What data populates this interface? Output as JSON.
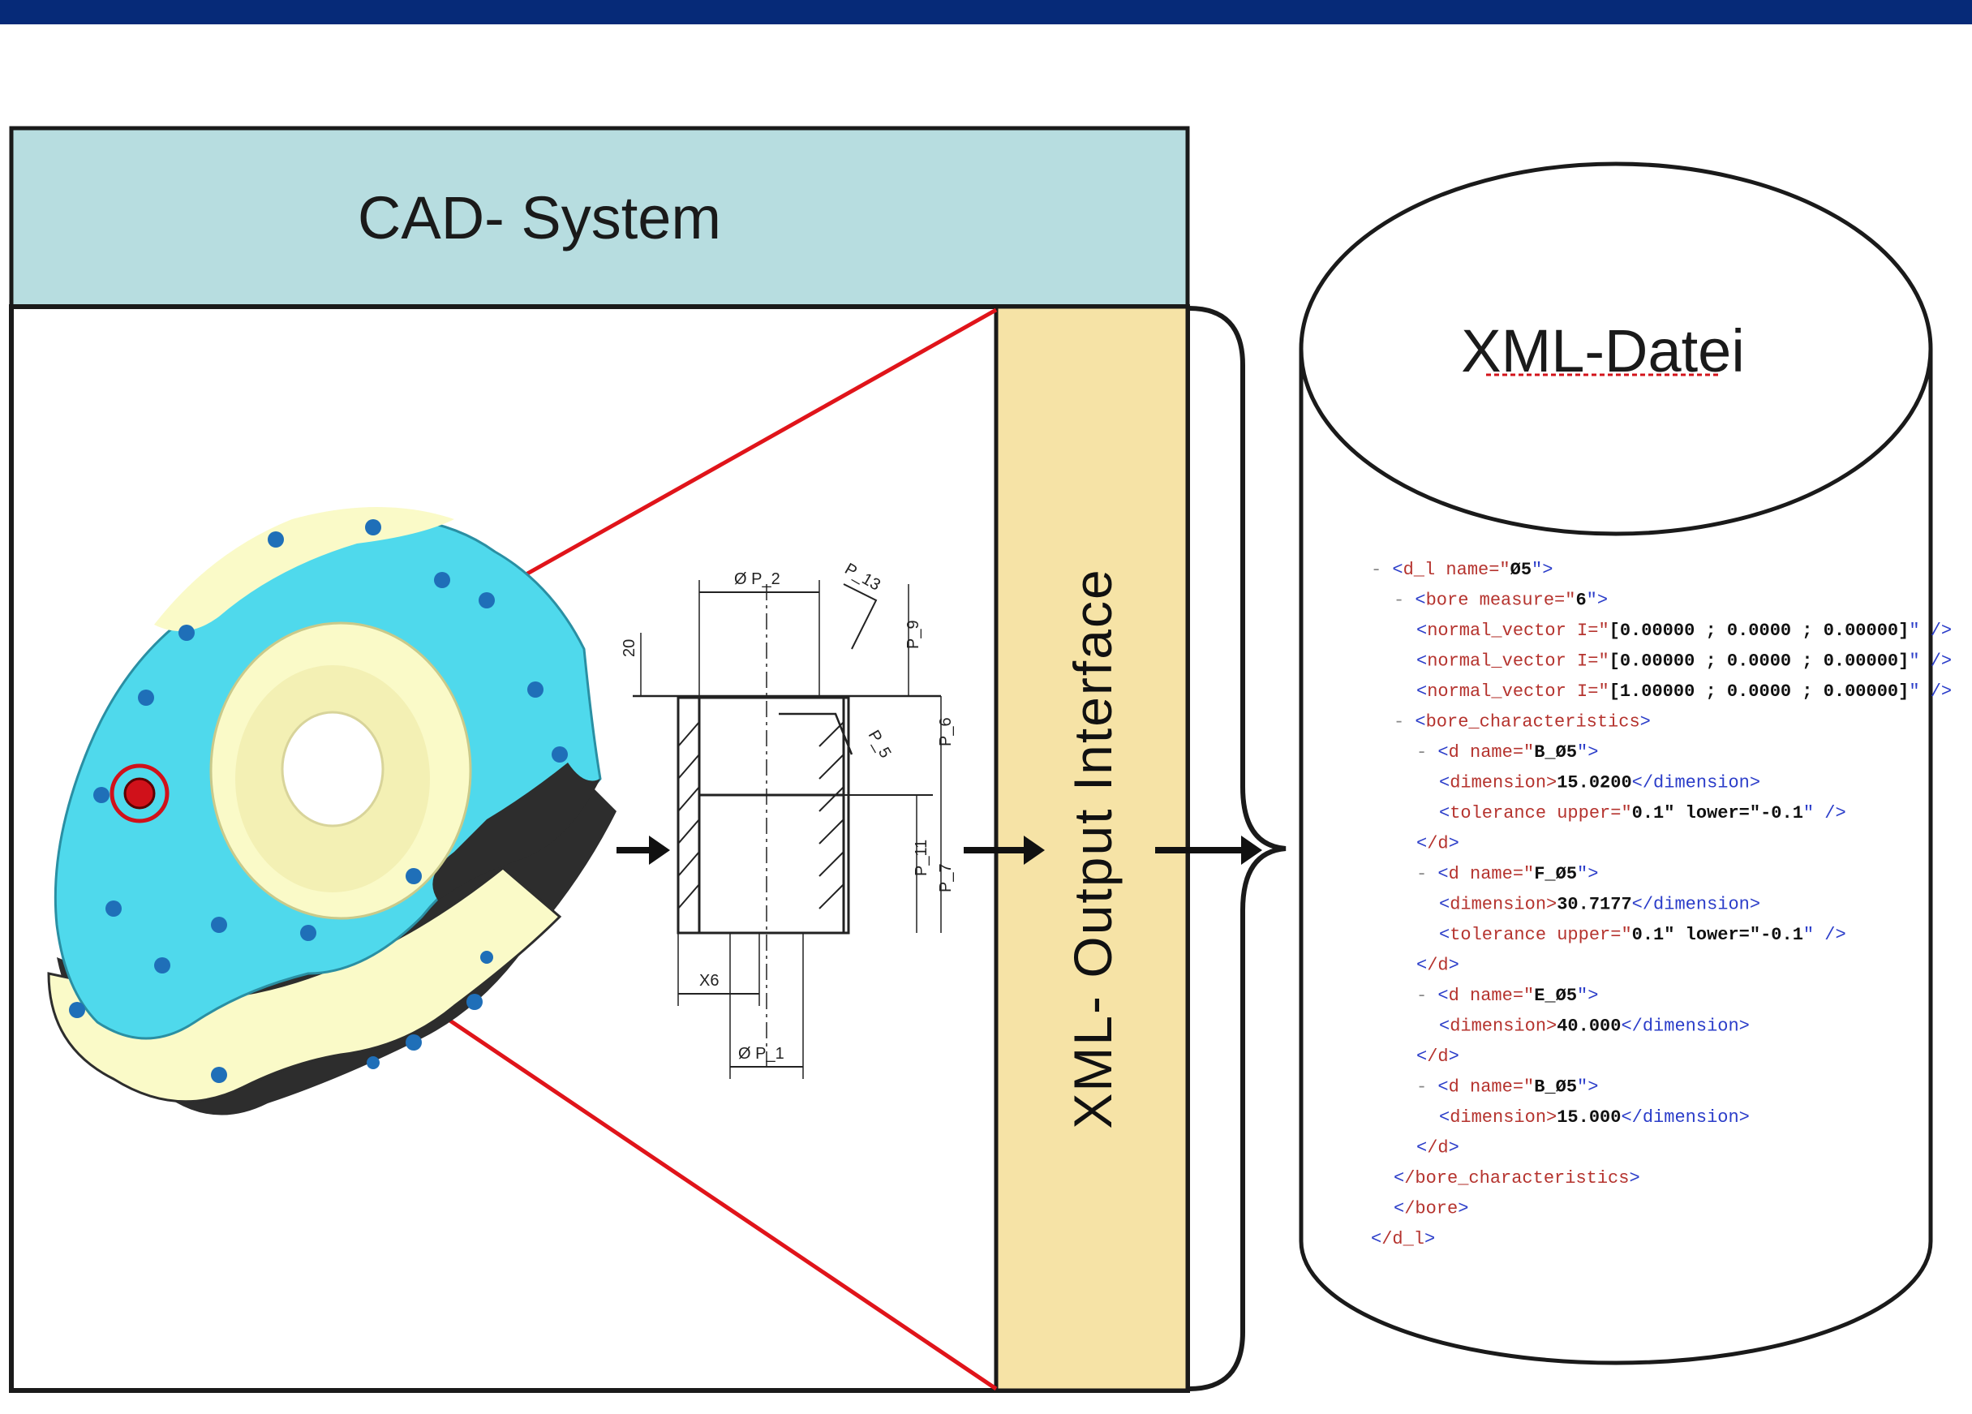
{
  "colors": {
    "top_bar": "#062a78",
    "cad_header": "#b7dde0",
    "interface_panel": "#f6e3a6",
    "zoom_lines": "#e0141a",
    "part_body": "#4fd9ec",
    "part_face": "#fafac8",
    "part_dark": "#2d2d2d",
    "part_holes": "#1f6fb8",
    "highlight": "#d0111a"
  },
  "cad_system": {
    "title": "CAD- System"
  },
  "interface": {
    "label": "XML- Output Interface"
  },
  "xml_file": {
    "title": "XML-Datei",
    "lines": [
      {
        "indent": 0,
        "minus": true,
        "tag": "d_l",
        "attr": " name=\"",
        "val": "Ø5",
        "close": "\">"
      },
      {
        "indent": 1,
        "minus": true,
        "tag": "bore",
        "attr": " measure=\"",
        "val": "6",
        "close": "\">"
      },
      {
        "indent": 2,
        "minus": false,
        "tag": "normal_vector",
        "attr": " I=\"",
        "val": "[0.00000 ; 0.0000 ; 0.00000]",
        "close": "\" />"
      },
      {
        "indent": 2,
        "minus": false,
        "tag": "normal_vector",
        "attr": " I=\"",
        "val": "[0.00000 ; 0.0000 ; 0.00000]",
        "close": "\" />"
      },
      {
        "indent": 2,
        "minus": false,
        "tag": "normal_vector",
        "attr": " I=\"",
        "val": "[1.00000 ; 0.0000 ; 0.00000]",
        "close": "\" />"
      },
      {
        "indent": 1,
        "minus": true,
        "tag": "bore_characteristics",
        "attr": "",
        "val": "",
        "close": ">"
      },
      {
        "indent": 2,
        "minus": true,
        "tag": "d",
        "attr": " name=\"",
        "val": "B_Ø5",
        "close": "\">"
      },
      {
        "indent": 3,
        "minus": false,
        "tag": "dimension",
        "attr": ">",
        "val": "15.0200",
        "close": "</dimension>"
      },
      {
        "indent": 3,
        "minus": false,
        "tag": "tolerance",
        "attr": " upper=\"",
        "val": "0.1\" lower=\"-0.1",
        "close": "\" />"
      },
      {
        "indent": 2,
        "minus": false,
        "tag": "/d",
        "attr": "",
        "val": "",
        "close": ">"
      },
      {
        "indent": 2,
        "minus": true,
        "tag": "d",
        "attr": " name=\"",
        "val": "F_Ø5",
        "close": "\">"
      },
      {
        "indent": 3,
        "minus": false,
        "tag": "dimension",
        "attr": ">",
        "val": "30.7177",
        "close": "</dimension>"
      },
      {
        "indent": 3,
        "minus": false,
        "tag": "tolerance",
        "attr": " upper=\"",
        "val": "0.1\" lower=\"-0.1",
        "close": "\" />"
      },
      {
        "indent": 2,
        "minus": false,
        "tag": "/d",
        "attr": "",
        "val": "",
        "close": ">"
      },
      {
        "indent": 2,
        "minus": true,
        "tag": "d",
        "attr": " name=\"",
        "val": "E_Ø5",
        "close": "\">"
      },
      {
        "indent": 3,
        "minus": false,
        "tag": "dimension",
        "attr": ">",
        "val": "40.000",
        "close": "</dimension>"
      },
      {
        "indent": 2,
        "minus": false,
        "tag": "/d",
        "attr": "",
        "val": "",
        "close": ">"
      },
      {
        "indent": 2,
        "minus": true,
        "tag": "d",
        "attr": " name=\"",
        "val": "B_Ø5",
        "close": "\">"
      },
      {
        "indent": 3,
        "minus": false,
        "tag": "dimension",
        "attr": ">",
        "val": "15.000",
        "close": "</dimension>"
      },
      {
        "indent": 2,
        "minus": false,
        "tag": "/d",
        "attr": "",
        "val": "",
        "close": ">"
      },
      {
        "indent": 1,
        "minus": false,
        "tag": "/bore_characteristics",
        "attr": "",
        "val": "",
        "close": ">"
      },
      {
        "indent": 1,
        "minus": false,
        "tag": "/bore",
        "attr": "",
        "val": "",
        "close": ">"
      },
      {
        "indent": 0,
        "minus": false,
        "tag": "/d_l",
        "attr": "",
        "val": "",
        "close": ">"
      }
    ]
  },
  "drawing": {
    "labels": [
      "Ø P_2",
      "P_13",
      "20",
      "P_9",
      "P_5",
      "P_6",
      "P_11",
      "P_7",
      "X6",
      "Ø P_1"
    ]
  }
}
